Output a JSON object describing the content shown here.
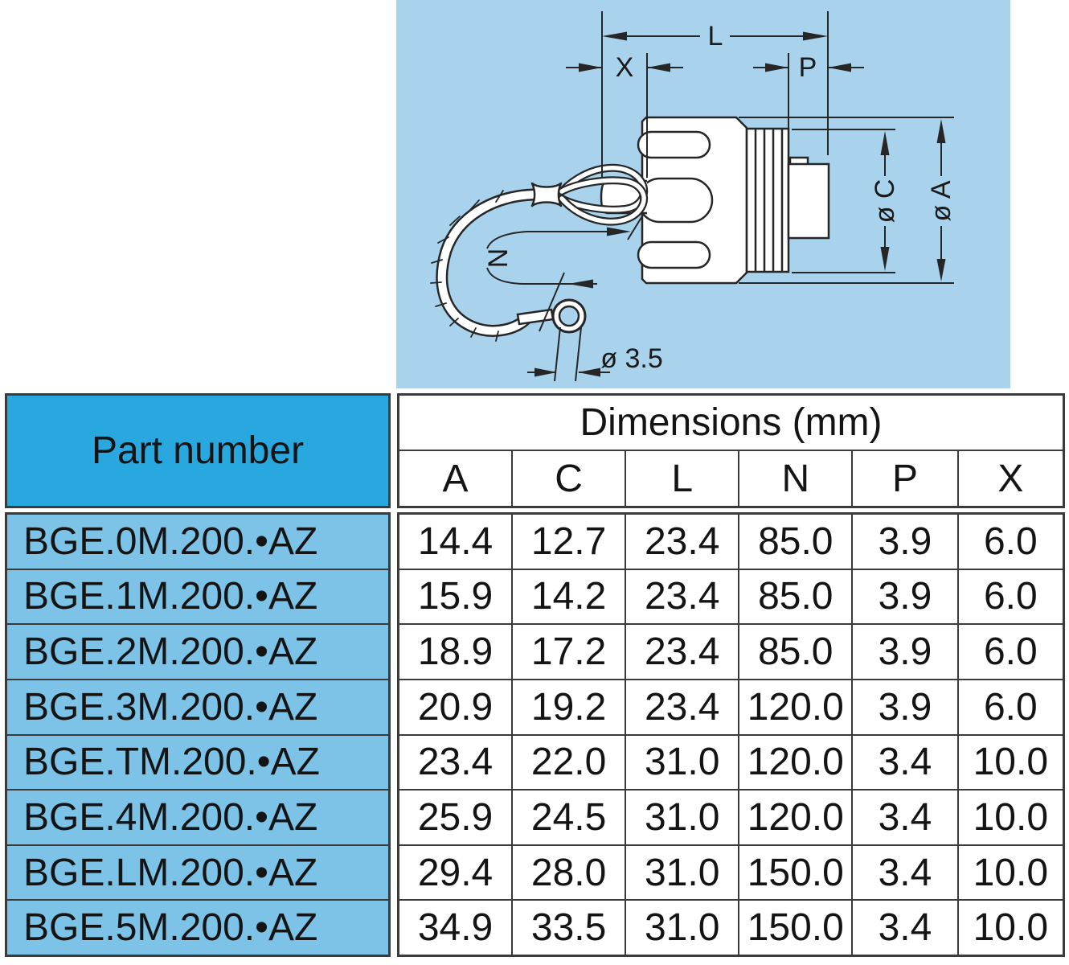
{
  "drawing": {
    "labels": {
      "L": "L",
      "X": "X",
      "P": "P",
      "N": "N",
      "diaC": "ø C",
      "diaA": "ø A",
      "dia35": "ø 3.5"
    },
    "colors": {
      "panel_background": "#a9d3ec",
      "line": "#262626"
    }
  },
  "table": {
    "part_number_header": "Part number",
    "dimensions_header": "Dimensions (mm)",
    "columns": [
      "A",
      "C",
      "L",
      "N",
      "P",
      "X"
    ],
    "rows": [
      {
        "part": "BGE.0M.200.•AZ",
        "values": [
          "14.4",
          "12.7",
          "23.4",
          "85.0",
          "3.9",
          "6.0"
        ]
      },
      {
        "part": "BGE.1M.200.•AZ",
        "values": [
          "15.9",
          "14.2",
          "23.4",
          "85.0",
          "3.9",
          "6.0"
        ]
      },
      {
        "part": "BGE.2M.200.•AZ",
        "values": [
          "18.9",
          "17.2",
          "23.4",
          "85.0",
          "3.9",
          "6.0"
        ]
      },
      {
        "part": "BGE.3M.200.•AZ",
        "values": [
          "20.9",
          "19.2",
          "23.4",
          "120.0",
          "3.9",
          "6.0"
        ]
      },
      {
        "part": "BGE.TM.200.•AZ",
        "values": [
          "23.4",
          "22.0",
          "31.0",
          "120.0",
          "3.4",
          "10.0"
        ]
      },
      {
        "part": "BGE.4M.200.•AZ",
        "values": [
          "25.9",
          "24.5",
          "31.0",
          "120.0",
          "3.4",
          "10.0"
        ]
      },
      {
        "part": "BGE.LM.200.•AZ",
        "values": [
          "29.4",
          "28.0",
          "31.0",
          "150.0",
          "3.4",
          "10.0"
        ]
      },
      {
        "part": "BGE.5M.200.•AZ",
        "values": [
          "34.9",
          "33.5",
          "31.0",
          "150.0",
          "3.4",
          "10.0"
        ]
      }
    ],
    "colors": {
      "header_blue": "#29a8e0",
      "row_blue": "#7cc3e7",
      "border": "#3b3b3b"
    }
  }
}
